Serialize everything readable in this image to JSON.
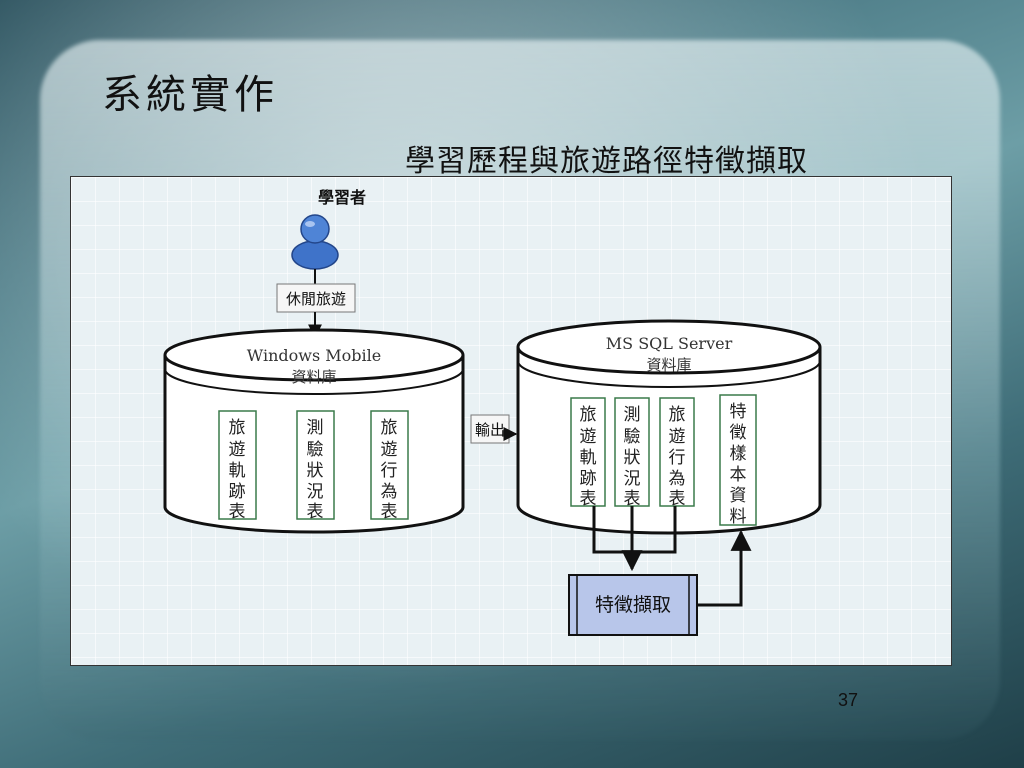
{
  "slide": {
    "title": "系統實作",
    "subtitle": "學習歷程與旅遊路徑特徵擷取",
    "page_number": "37"
  },
  "diagram": {
    "learner_label": "學習者",
    "learner_icon": "person-icon",
    "leisure_label": "休閒旅遊",
    "wm_db": {
      "title_line1": "Windows Mobile",
      "title_line2": "資料庫",
      "tables": [
        "旅遊軌跡表",
        "測驗狀況表",
        "旅遊行為表"
      ]
    },
    "export_label": "輸出",
    "sql_db": {
      "title_line1": "MS SQL Server",
      "title_line2": "資料庫",
      "tables": [
        "旅遊軌跡表",
        "測驗狀況表",
        "旅遊行為表",
        "特徵樣本資料"
      ]
    },
    "process_label": "特徵擷取",
    "colors": {
      "table_border": "#3a7a4a",
      "process_fill": "#b8c6ea",
      "person_fill": "#3f73c9"
    }
  }
}
